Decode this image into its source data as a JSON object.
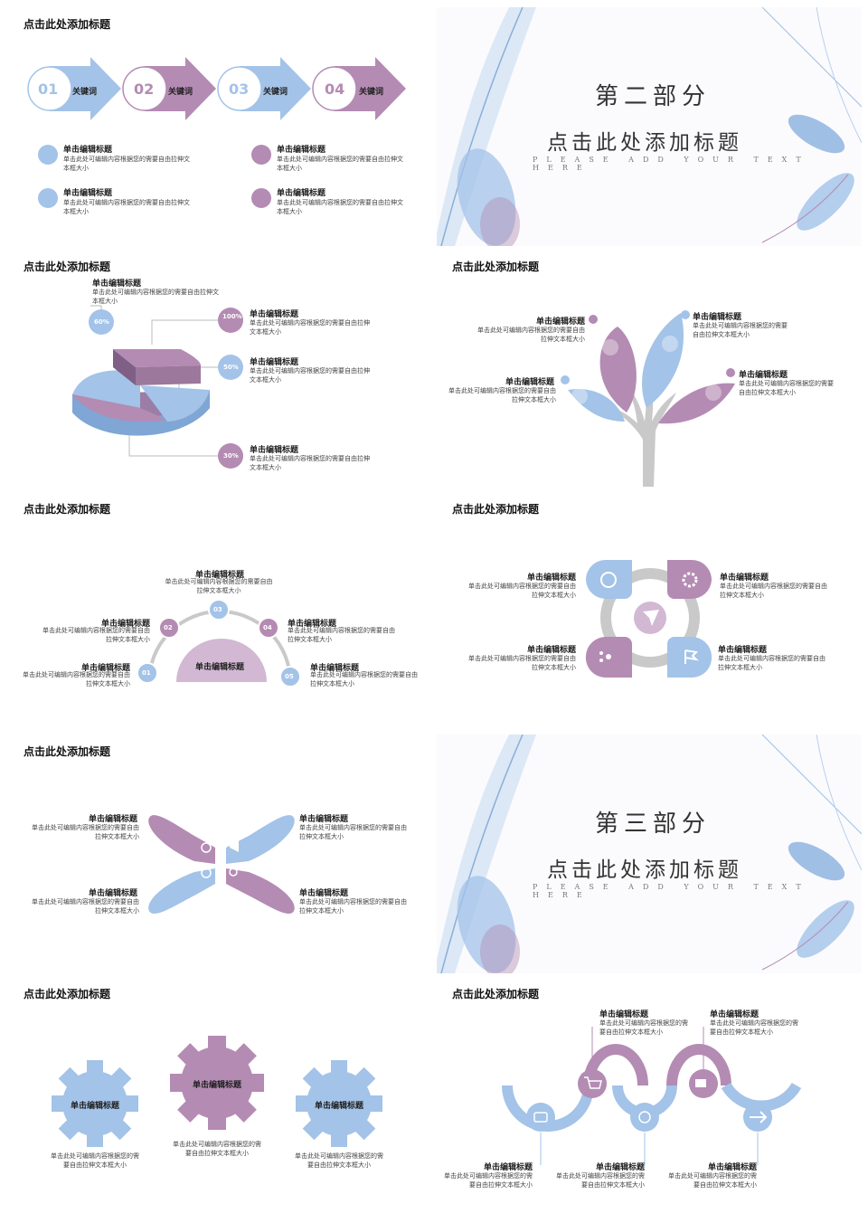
{
  "common": {
    "slide_title": "点击此处添加标题",
    "item_title": "单击编辑标题",
    "body_text": "单击此处可编辑内容根据您的需要自由拉伸文本框大小",
    "blue": "#a3c3e8",
    "purple": "#b48bb3"
  },
  "s1": {
    "arrows": [
      {
        "num": "01",
        "label": "关键词"
      },
      {
        "num": "02",
        "label": "关键词"
      },
      {
        "num": "03",
        "label": "关键词"
      },
      {
        "num": "04",
        "label": "关键词"
      }
    ]
  },
  "s2": {
    "title": "第二部分",
    "subtitle": "点击此处添加标题",
    "en": "PLEASE ADD YOUR TEXT HERE"
  },
  "s3": {
    "labels": [
      "60%",
      "100%",
      "50%",
      "30%"
    ]
  },
  "s5": {
    "center_label": "单击编辑标题",
    "nums": [
      "01",
      "02",
      "03",
      "04",
      "05"
    ]
  },
  "s8": {
    "title": "第三部分",
    "subtitle": "点击此处添加标题",
    "en": "PLEASE ADD YOUR TEXT HERE"
  }
}
